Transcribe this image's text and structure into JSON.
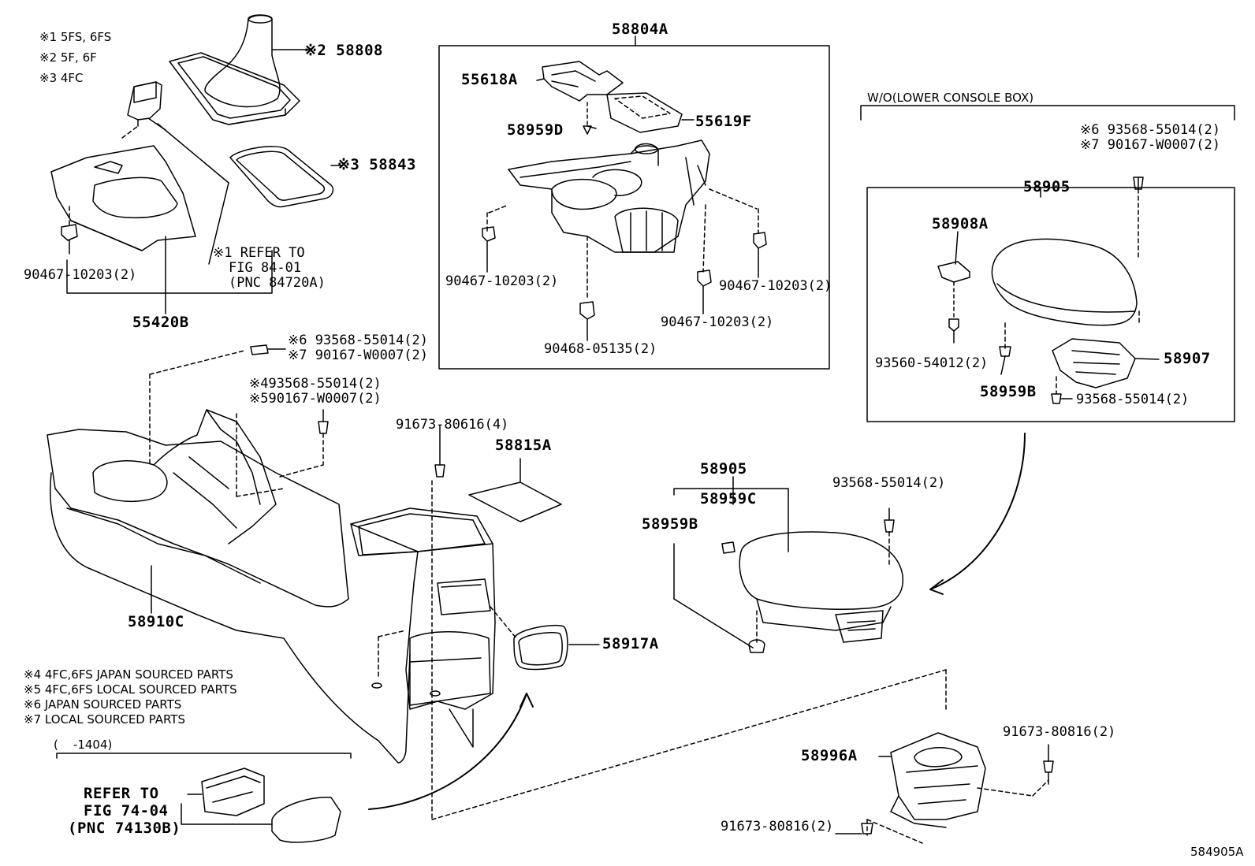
{
  "notes": {
    "n1": "※1 5FS, 6FS",
    "n2": "※2 5F, 6F",
    "n3": "※3 4FC",
    "j4": "※4 4FC,6FS JAPAN SOURCED PARTS",
    "j5": "※5 4FC,6FS LOCAL SOURCED PARTS",
    "j6": "※6 JAPAN SOURCED PARTS",
    "j7": "※7 LOCAL SOURCED PARTS",
    "date_range": "(    -1404)",
    "wo_lower_console": "W/O(LOWER CONSOLE BOX)"
  },
  "refs": {
    "fig84_line1": "※1 REFER TO",
    "fig84_line2": "FIG 84-01",
    "fig84_line3": "(PNC 84720A)",
    "fig74_line1": "REFER TO",
    "fig74_line2": "FIG 74-04",
    "fig74_line3": "(PNC 74130B)"
  },
  "labels": {
    "p58808": "※2 58808",
    "p58843": "※3 58843",
    "p90467_a": "90467-10203(2)",
    "p55420B": "55420B",
    "p58804A": "58804A",
    "p55618A": "55618A",
    "p58959D": "58959D",
    "p55619F": "55619F",
    "p90467_b": "90467-10203(2)",
    "p90467_c": "90467-10203(2)",
    "p90467_d": "90467-10203(2)",
    "p90468": "90468-05135(2)",
    "p6_top_right": "※6 93568-55014(2)",
    "p7_top_right": "※7 90167-W0007(2)",
    "p58905_top": "58905",
    "p58908A": "58908A",
    "p93560": "93560-54012(2)",
    "p58959B_top": "58959B",
    "p58907": "58907",
    "p93568_box": "93568-55014(2)",
    "p6_mid": "※6 93568-55014(2)",
    "p7_mid": "※7 90167-W0007(2)",
    "p4_mid": "※493568-55014(2)",
    "p5_mid": "※590167-W0007(2)",
    "p91673_616": "91673-80616(4)",
    "p58815A": "58815A",
    "p58910C": "58910C",
    "p58917A": "58917A",
    "p58905_low": "58905",
    "p58959C": "58959C",
    "p58959B_low": "58959B",
    "p93568_low": "93568-55014(2)",
    "p58996A": "58996A",
    "p91673_816a": "91673-80816(2)",
    "p91673_816b": "91673-80816(2)",
    "figure_id": "584905A"
  }
}
